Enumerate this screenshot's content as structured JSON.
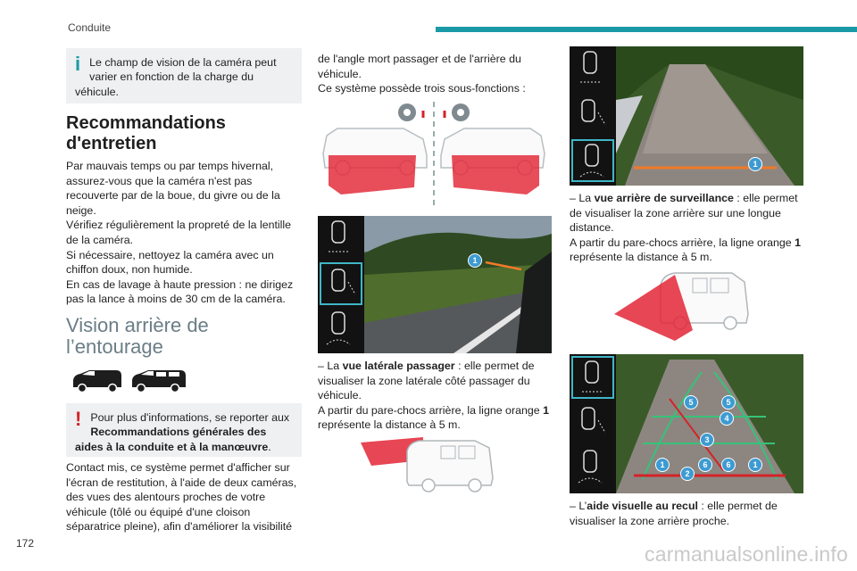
{
  "header": {
    "section": "Conduite",
    "page_number": "172"
  },
  "left": {
    "info_note": "Le champ de vision de la caméra peut varier en fonction de la charge du véhicule.",
    "maint_title": "Recommandations d'entretien",
    "maint_paragraphs": [
      "Par mauvais temps ou par temps hivernal, assurez-vous que la caméra n'est pas recouverte par de la boue, du givre ou de la neige.",
      "Vérifiez régulièrement la propreté de la lentille de la caméra.",
      "Si nécessaire, nettoyez la caméra avec un chiffon doux, non humide.",
      "En cas de lavage à haute pression : ne dirigez pas la lance à moins de 30 cm de la caméra."
    ],
    "vision_title": "Vision arrière de l’entourage",
    "warning_prefix": "Pour plus d'informations, se reporter aux ",
    "warning_bold": "Recommandations générales des aides à la conduite et à la manœuvre",
    "warning_suffix": ".",
    "intro": "Contact mis, ce système permet d'afficher sur l'écran de restitution, à l'aide de deux caméras, des vues des alentours proches de votre véhicule (tôlé ou équipé d'une cloison séparatrice pleine), afin d'améliorer la visibilité"
  },
  "middle": {
    "intro_cont": "de l'angle mort passager et de l'arrière du véhicule.",
    "subfunctions": "Ce système possède trois sous-fonctions :",
    "passenger_prefix": "– La ",
    "passenger_bold": "vue latérale passager",
    "passenger_rest": " : elle permet de visualiser la zone latérale côté passager du véhicule.",
    "passenger_line_a": "A partir du pare-chocs arrière, la ligne orange ",
    "passenger_line_num": "1",
    "passenger_line_b": " représente la distance à 5 m."
  },
  "right": {
    "surv_prefix": "– La ",
    "surv_bold": "vue arrière de surveillance",
    "surv_rest": " : elle permet de visualiser la zone arrière sur une longue distance.",
    "surv_line_a": "A partir du pare-chocs arrière, la ligne orange ",
    "surv_line_num": "1",
    "surv_line_b": " représente la distance à 5 m.",
    "aid_prefix": "– L’",
    "aid_bold": "aide visuelle au recul",
    "aid_rest": " : elle permet de visualiser la zone arrière proche."
  },
  "badges": {
    "side_view": [
      "1"
    ],
    "rear_view": [
      "1"
    ],
    "reverse": [
      "5",
      "5",
      "4",
      "3",
      "1",
      "2",
      "6",
      "6",
      "1"
    ]
  },
  "watermark": "carmanualsonline.info",
  "colors": {
    "teal": "#1a9aa6",
    "red": "#d42229",
    "orange": "#f07a28",
    "badge": "#3d9bd2"
  }
}
